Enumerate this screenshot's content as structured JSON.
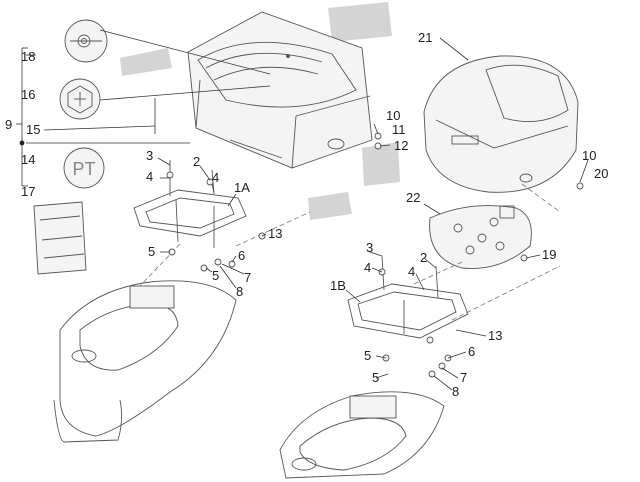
{
  "labels": {
    "l18": "18",
    "l16": "16",
    "l9": "9",
    "l15": "15",
    "l14": "14",
    "l17": "17",
    "l3a": "3",
    "l4a": "4",
    "l2a": "2",
    "l4b": "4",
    "l1A": "1A",
    "l5a": "5",
    "l5b": "5",
    "l6a": "6",
    "l7a": "7",
    "l8a": "8",
    "l13a": "13",
    "l21": "21",
    "l10a": "10",
    "l11": "11",
    "l12": "12",
    "l10b": "10",
    "l20": "20",
    "l22": "22",
    "l19": "19",
    "l3b": "3",
    "l4c": "4",
    "l2b": "2",
    "l4d": "4",
    "l1B": "1B",
    "l13b": "13",
    "l5c": "5",
    "l5d": "5",
    "l6b": "6",
    "l7b": "7",
    "l8b": "8"
  },
  "badge_text": "PT",
  "colors": {
    "line": "#333333",
    "part_stroke": "#555555",
    "strip": "#d4d4d4",
    "text": "#222222"
  },
  "icons": [
    "pipe-plug-icon",
    "logo-emblem-icon",
    "pt-badge-icon",
    "document-pouch-icon"
  ]
}
